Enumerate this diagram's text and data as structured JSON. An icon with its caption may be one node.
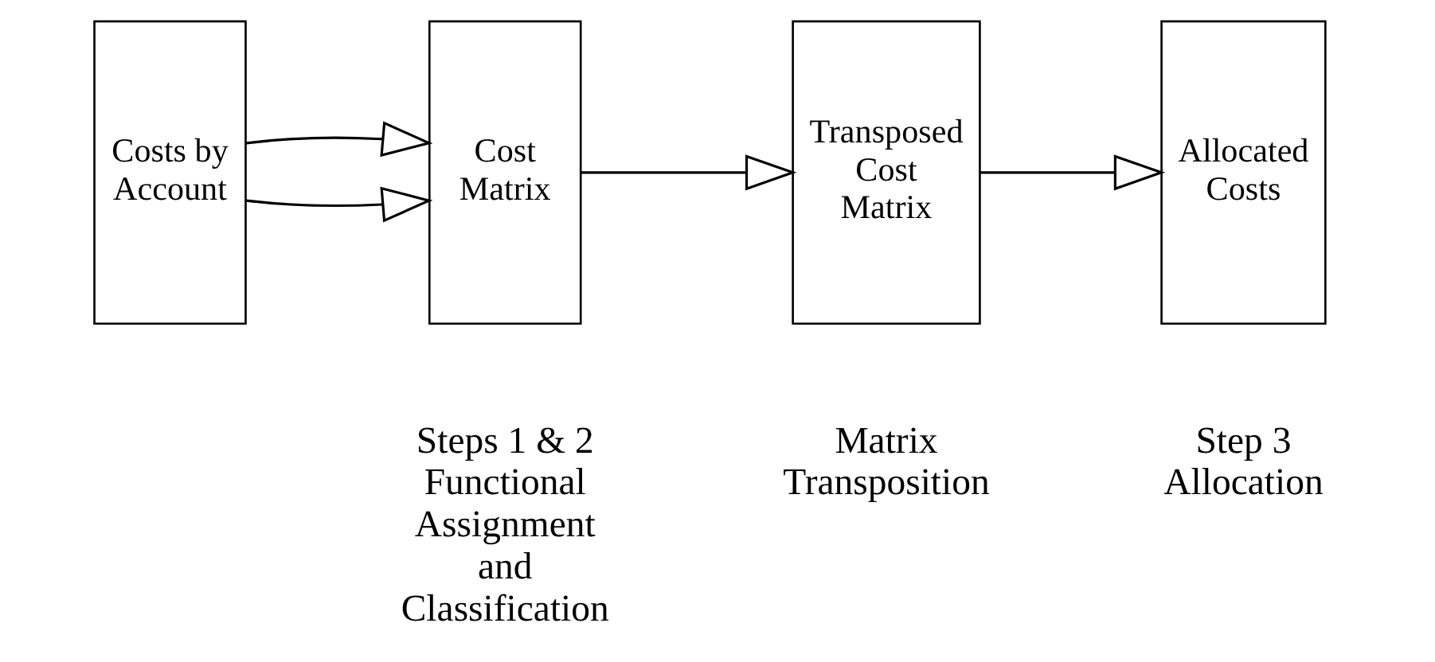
{
  "diagram": {
    "nodes": [
      {
        "text": [
          "Costs by Account"
        ]
      },
      {
        "text": [
          "Cost Matrix"
        ]
      },
      {
        "text": [
          "Transposed Cost Matrix"
        ]
      },
      {
        "text": [
          "Allocated Costs"
        ]
      }
    ],
    "edges": [
      {
        "from": 0,
        "to": 1,
        "arrow": "to"
      },
      {
        "from": 0,
        "to": 1,
        "arrow": "to"
      },
      {
        "from": 1,
        "to": 2,
        "arrow": "to"
      },
      {
        "from": 2,
        "to": 3,
        "arrow": "to"
      }
    ],
    "labels": [
      "Steps 1 & 2 Functional Assignment and Classification",
      "Matrix Transposition",
      "Step 3 Allocation"
    ]
  }
}
